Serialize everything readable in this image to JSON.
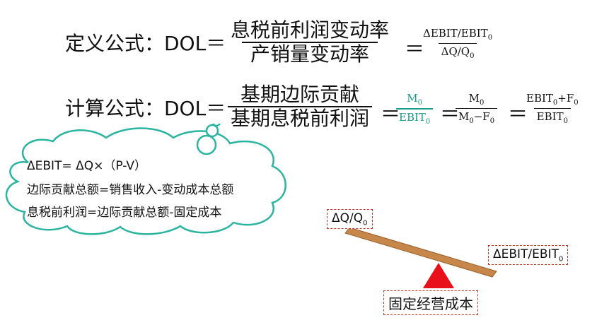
{
  "definition": {
    "label": "定义公式：DOL＝",
    "frac1_num": "息税前利润变动率",
    "frac1_den": "产销量变动率",
    "eq": "＝",
    "frac2_num": "ΔEBIT/EBIT",
    "frac2_num_sub": "0",
    "frac2_den": "ΔQ/Q",
    "frac2_den_sub": "0"
  },
  "calculation": {
    "label": "计算公式：DOL＝",
    "frac1_num": "基期边际贡献",
    "frac1_den": "基期息税前利润",
    "eq1": "＝",
    "frac2_num": "M",
    "frac2_num_sub": "0",
    "frac2_den": "EBIT",
    "frac2_den_sub": "0",
    "eq2": "＝",
    "frac3_num": "M",
    "frac3_num_sub": "0",
    "frac3_den_a": "M",
    "frac3_den_a_sub": "0",
    "frac3_den_b": "−F",
    "frac3_den_b_sub": "0",
    "eq3": "＝",
    "frac4_num_a": "EBIT",
    "frac4_num_a_sub": "0",
    "frac4_num_b": "+F",
    "frac4_num_b_sub": "0",
    "frac4_den": "EBIT",
    "frac4_den_sub": "0"
  },
  "cloud": {
    "line1": "ΔEBIT= ΔQ×（P-V）",
    "line2": "边际贡献总额=销售收入-变动成本总额",
    "line3": "息税前利润=边际贡献总额-固定成本"
  },
  "seesaw": {
    "left_label": "ΔQ/Q",
    "left_sub": "0",
    "right_label": "ΔEBIT/EBIT",
    "right_sub": "0",
    "fulcrum_label": "固定经营成本"
  },
  "colors": {
    "accent": "#1a9a8a",
    "cloud_border": "#2bb5a0",
    "fulcrum": "#e8101a",
    "board": "#c8874a",
    "dashed": "#c0392b"
  }
}
